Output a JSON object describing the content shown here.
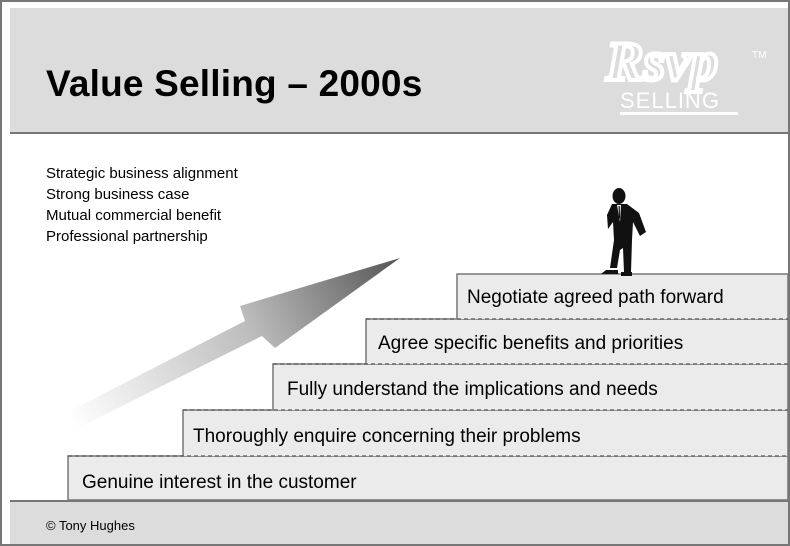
{
  "header": {
    "title": "Value Selling – 2000s"
  },
  "logo": {
    "main": "Rsvp",
    "sub": "SELLING",
    "tm": "TM"
  },
  "bullets": [
    "Strategic business alignment",
    "Strong business case",
    "Mutual commercial benefit",
    "Professional partnership"
  ],
  "steps": [
    "Genuine interest in the customer",
    "Thoroughly enquire concerning their problems",
    "Fully understand the implications and needs",
    "Agree specific benefits and priorities",
    "Negotiate agreed path forward"
  ],
  "icons": [
    "growth-arrow-icon",
    "businessman-icon"
  ],
  "colors": {
    "header_bg": "#dcdcdc",
    "step_fill": "#ebebeb",
    "border": "#777777",
    "arrow_dark": "#555555"
  },
  "footer": {
    "copyright": "© Tony Hughes"
  }
}
